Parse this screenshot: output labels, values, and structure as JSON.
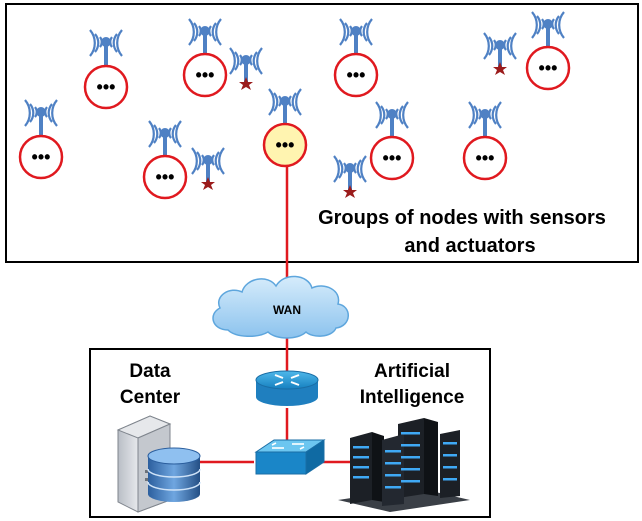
{
  "labels": {
    "nodes_group_line1": "Groups of nodes with sensors",
    "nodes_group_line2": "and actuators",
    "wan": "WAN",
    "data_center_line1": "Data",
    "data_center_line2": "Center",
    "ai_line1": "Artificial",
    "ai_line2": "Intelligence",
    "node_glyph": "•••"
  },
  "colors": {
    "link": "#e0191f",
    "node_ring": "#e0191f",
    "node_fill": "#ffffff",
    "gateway_fill": "#fff4b0",
    "antenna": "#4f81c4",
    "actuator": "#9b1b1b",
    "cloud": "#a9d4f5",
    "device_blue": "#2e9fd6"
  },
  "icons": {
    "sensor": "wireless-antenna-icon",
    "actuator": "actuator-star-icon",
    "network": "cloud-icon",
    "router": "router-icon",
    "switch": "switch-icon",
    "storage": "server-database-icon",
    "compute": "server-rack-icon"
  }
}
